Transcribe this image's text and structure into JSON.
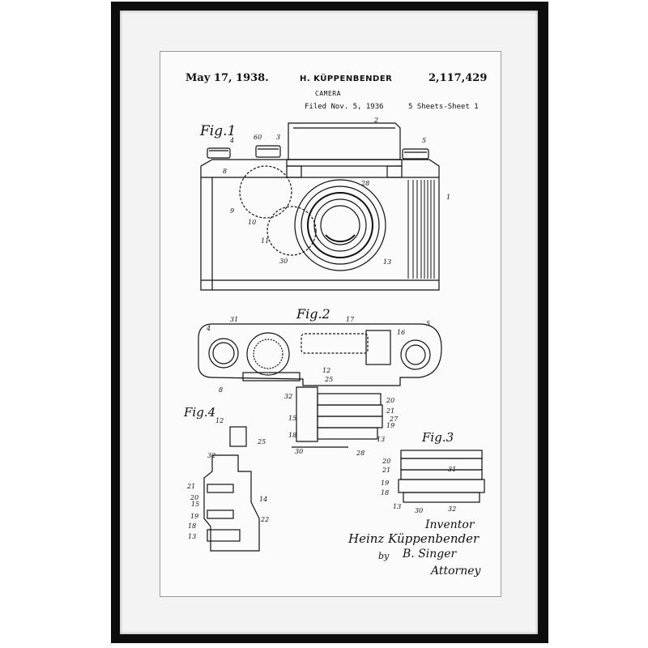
{
  "patent": {
    "date": "May 17, 1938.",
    "inventor": "H. KÜPPENBENDER",
    "number": "2,117,429",
    "title": "CAMERA",
    "filed": "Filed Nov. 5, 1936",
    "sheets": "5 Sheets-Sheet 1"
  },
  "figures": {
    "fig1": "Fig.1",
    "fig2": "Fig.2",
    "fig3": "Fig.3",
    "fig4": "Fig.4"
  },
  "signature": {
    "inventor_label": "Inventor",
    "inventor_name": "Heinz Küppenbender",
    "by": "by",
    "attorney_name": "B. Singer",
    "attorney_label": "Attorney"
  },
  "colors": {
    "frame": "#0d0d0d",
    "mat": "#f3f3f3",
    "paper": "#fbfbfb",
    "ink": "#111111"
  }
}
